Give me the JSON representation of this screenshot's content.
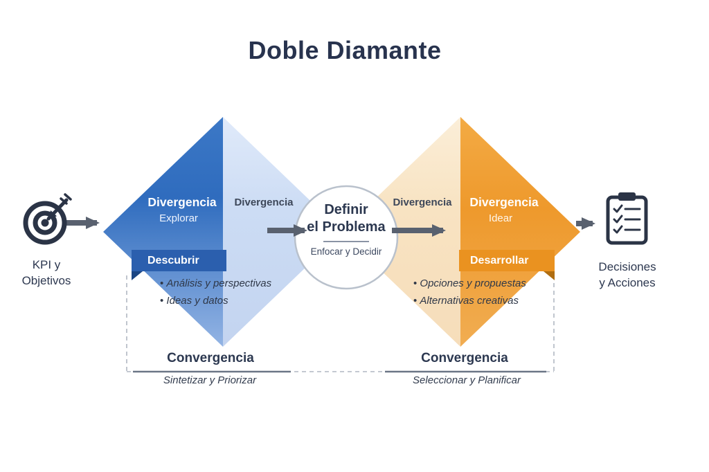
{
  "title": "Doble Diamante",
  "left_node": {
    "line1": "KPI y",
    "line2": "Objetivos",
    "icon": "target-icon"
  },
  "right_node": {
    "line1": "Decisiones",
    "line2": "y Acciones",
    "icon": "clipboard-icon"
  },
  "diamond1": {
    "divergence_left": "Divergencia",
    "divergence_left_sub": "Explorar",
    "divergence_right": "Divergencia",
    "ribbon": "Descubrir",
    "bullets": [
      "Análisis y perspectivas",
      "Ideas y datos"
    ],
    "convergence": "Convergencia",
    "convergence_sub": "Sintetizar y Priorizar"
  },
  "diamond2": {
    "divergence_left": "Divergencia",
    "divergence_right": "Divergencia",
    "divergence_right_sub": "Idear",
    "ribbon": "Desarrollar",
    "bullets": [
      "Opciones y propuestas",
      "Alternativas creativas"
    ],
    "convergence": "Convergencia",
    "convergence_sub": "Seleccionar y Planificar"
  },
  "center_circle": {
    "line1": "Definir",
    "line2": "el Problema",
    "sub": "Enfocar y Decidir"
  },
  "colors": {
    "blue_dark": "#2f6cbe",
    "blue_light": "#ccdcf4",
    "ribbon_blue": "#2b5fae",
    "orange_dark": "#ee9a2e",
    "orange_light": "#f8e4c4",
    "ribbon_orange": "#ea9220",
    "arrow_gray": "#59616f",
    "icon_dark": "#2b3446",
    "text_dark": "#2c3850"
  }
}
